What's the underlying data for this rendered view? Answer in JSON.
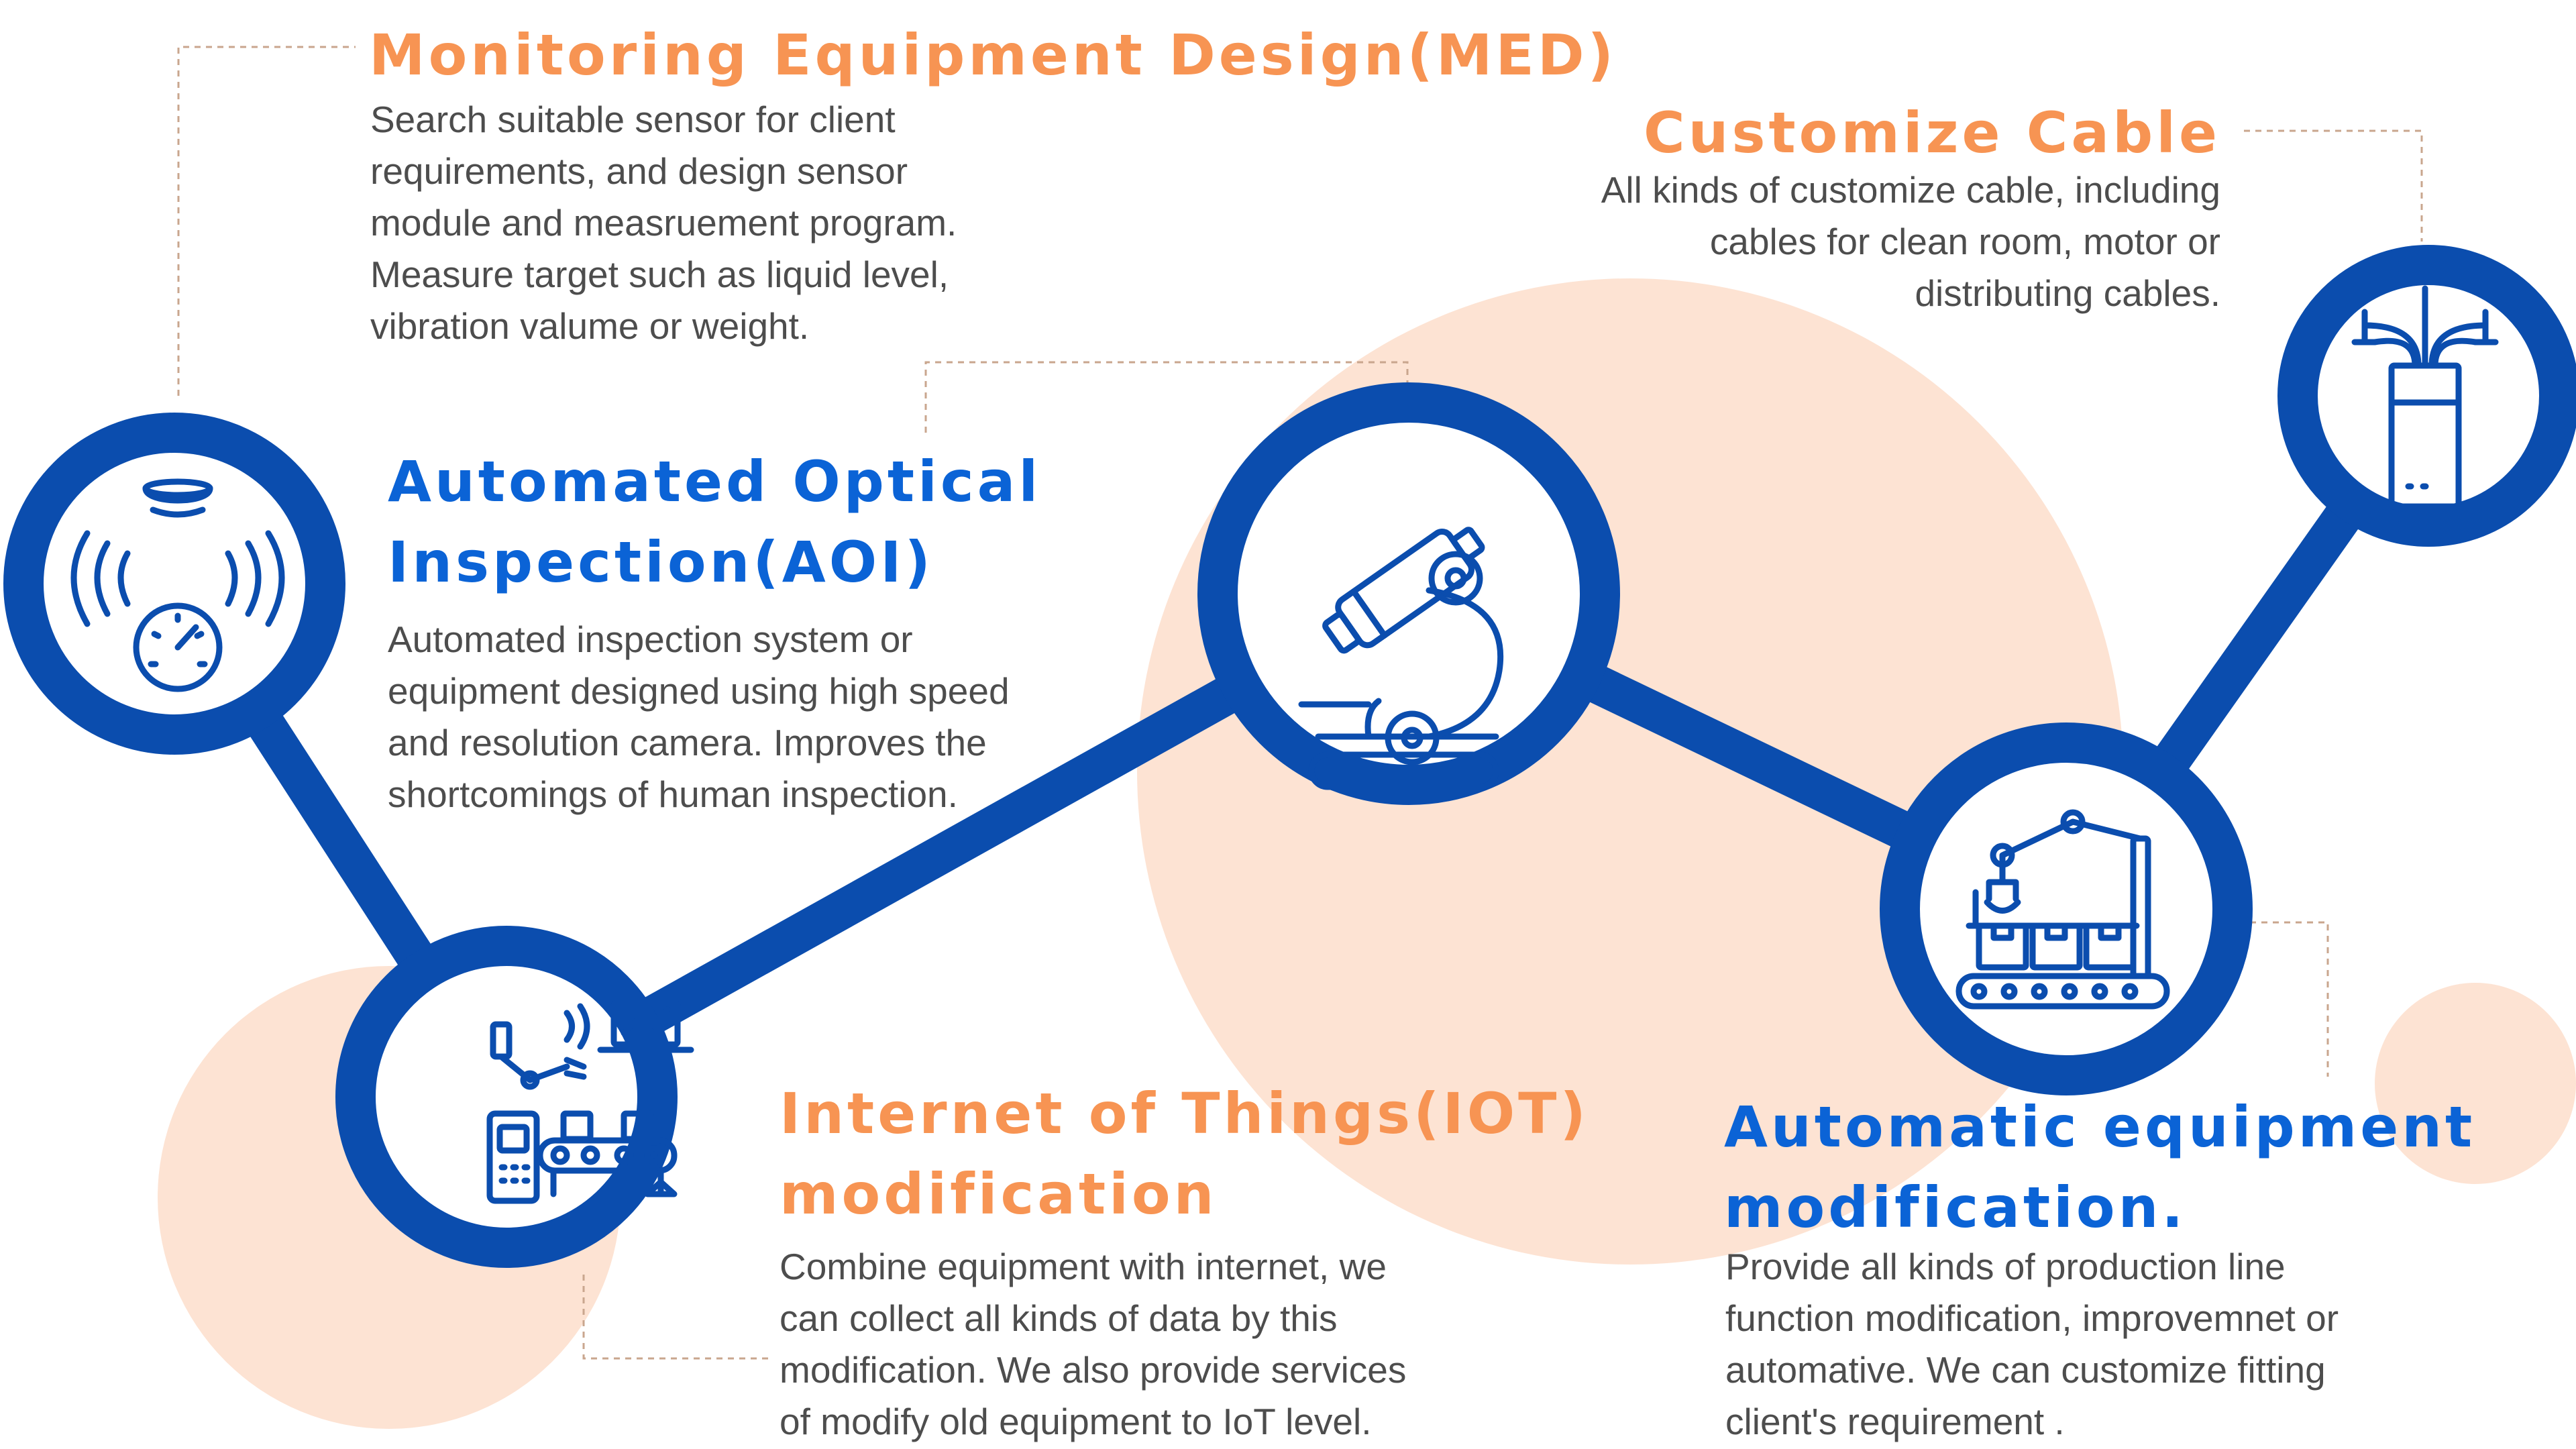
{
  "colors": {
    "orange": "#F79453",
    "blue": "#0B63D6",
    "dark_blue": "#0B4DAE",
    "peach": "#FDE3D3",
    "body_text": "#4d4d4d"
  },
  "sections": {
    "med": {
      "title": "Monitoring Equipment Design(MED)",
      "lines": [
        "Search suitable sensor for client",
        "requirements, and design sensor",
        "module and measruement program.",
        "Measure target such as liquid level,",
        "vibration valume or weight."
      ],
      "icon": "sensor-gauge-icon"
    },
    "aoi": {
      "title_lines": [
        "Automated Optical",
        "Inspection(AOI)"
      ],
      "lines": [
        "Automated inspection system or",
        "equipment designed using high speed",
        "and resolution camera. Improves the",
        "shortcomings of human inspection."
      ],
      "icon": "microscope-icon"
    },
    "iot": {
      "title_lines": [
        "Internet of Things(IOT)",
        "modification"
      ],
      "lines": [
        "Combine equipment with internet, we",
        "can collect all kinds of data by this",
        "modification. We also provide services",
        "of modify old equipment to IoT level."
      ],
      "icon": "iot-factory-icon"
    },
    "cable": {
      "title": "Customize Cable",
      "lines": [
        "All kinds of customize cable, including",
        "cables for clean room, motor or",
        "distributing cables."
      ],
      "icon": "cable-icon"
    },
    "auto": {
      "title_lines": [
        "Automatic equipment",
        "modification."
      ],
      "lines": [
        "Provide all kinds of production line",
        "function modification, improvemnet or",
        "automative. We can customize fitting",
        "client's requirement ."
      ],
      "icon": "robot-arm-conveyor-icon"
    }
  }
}
